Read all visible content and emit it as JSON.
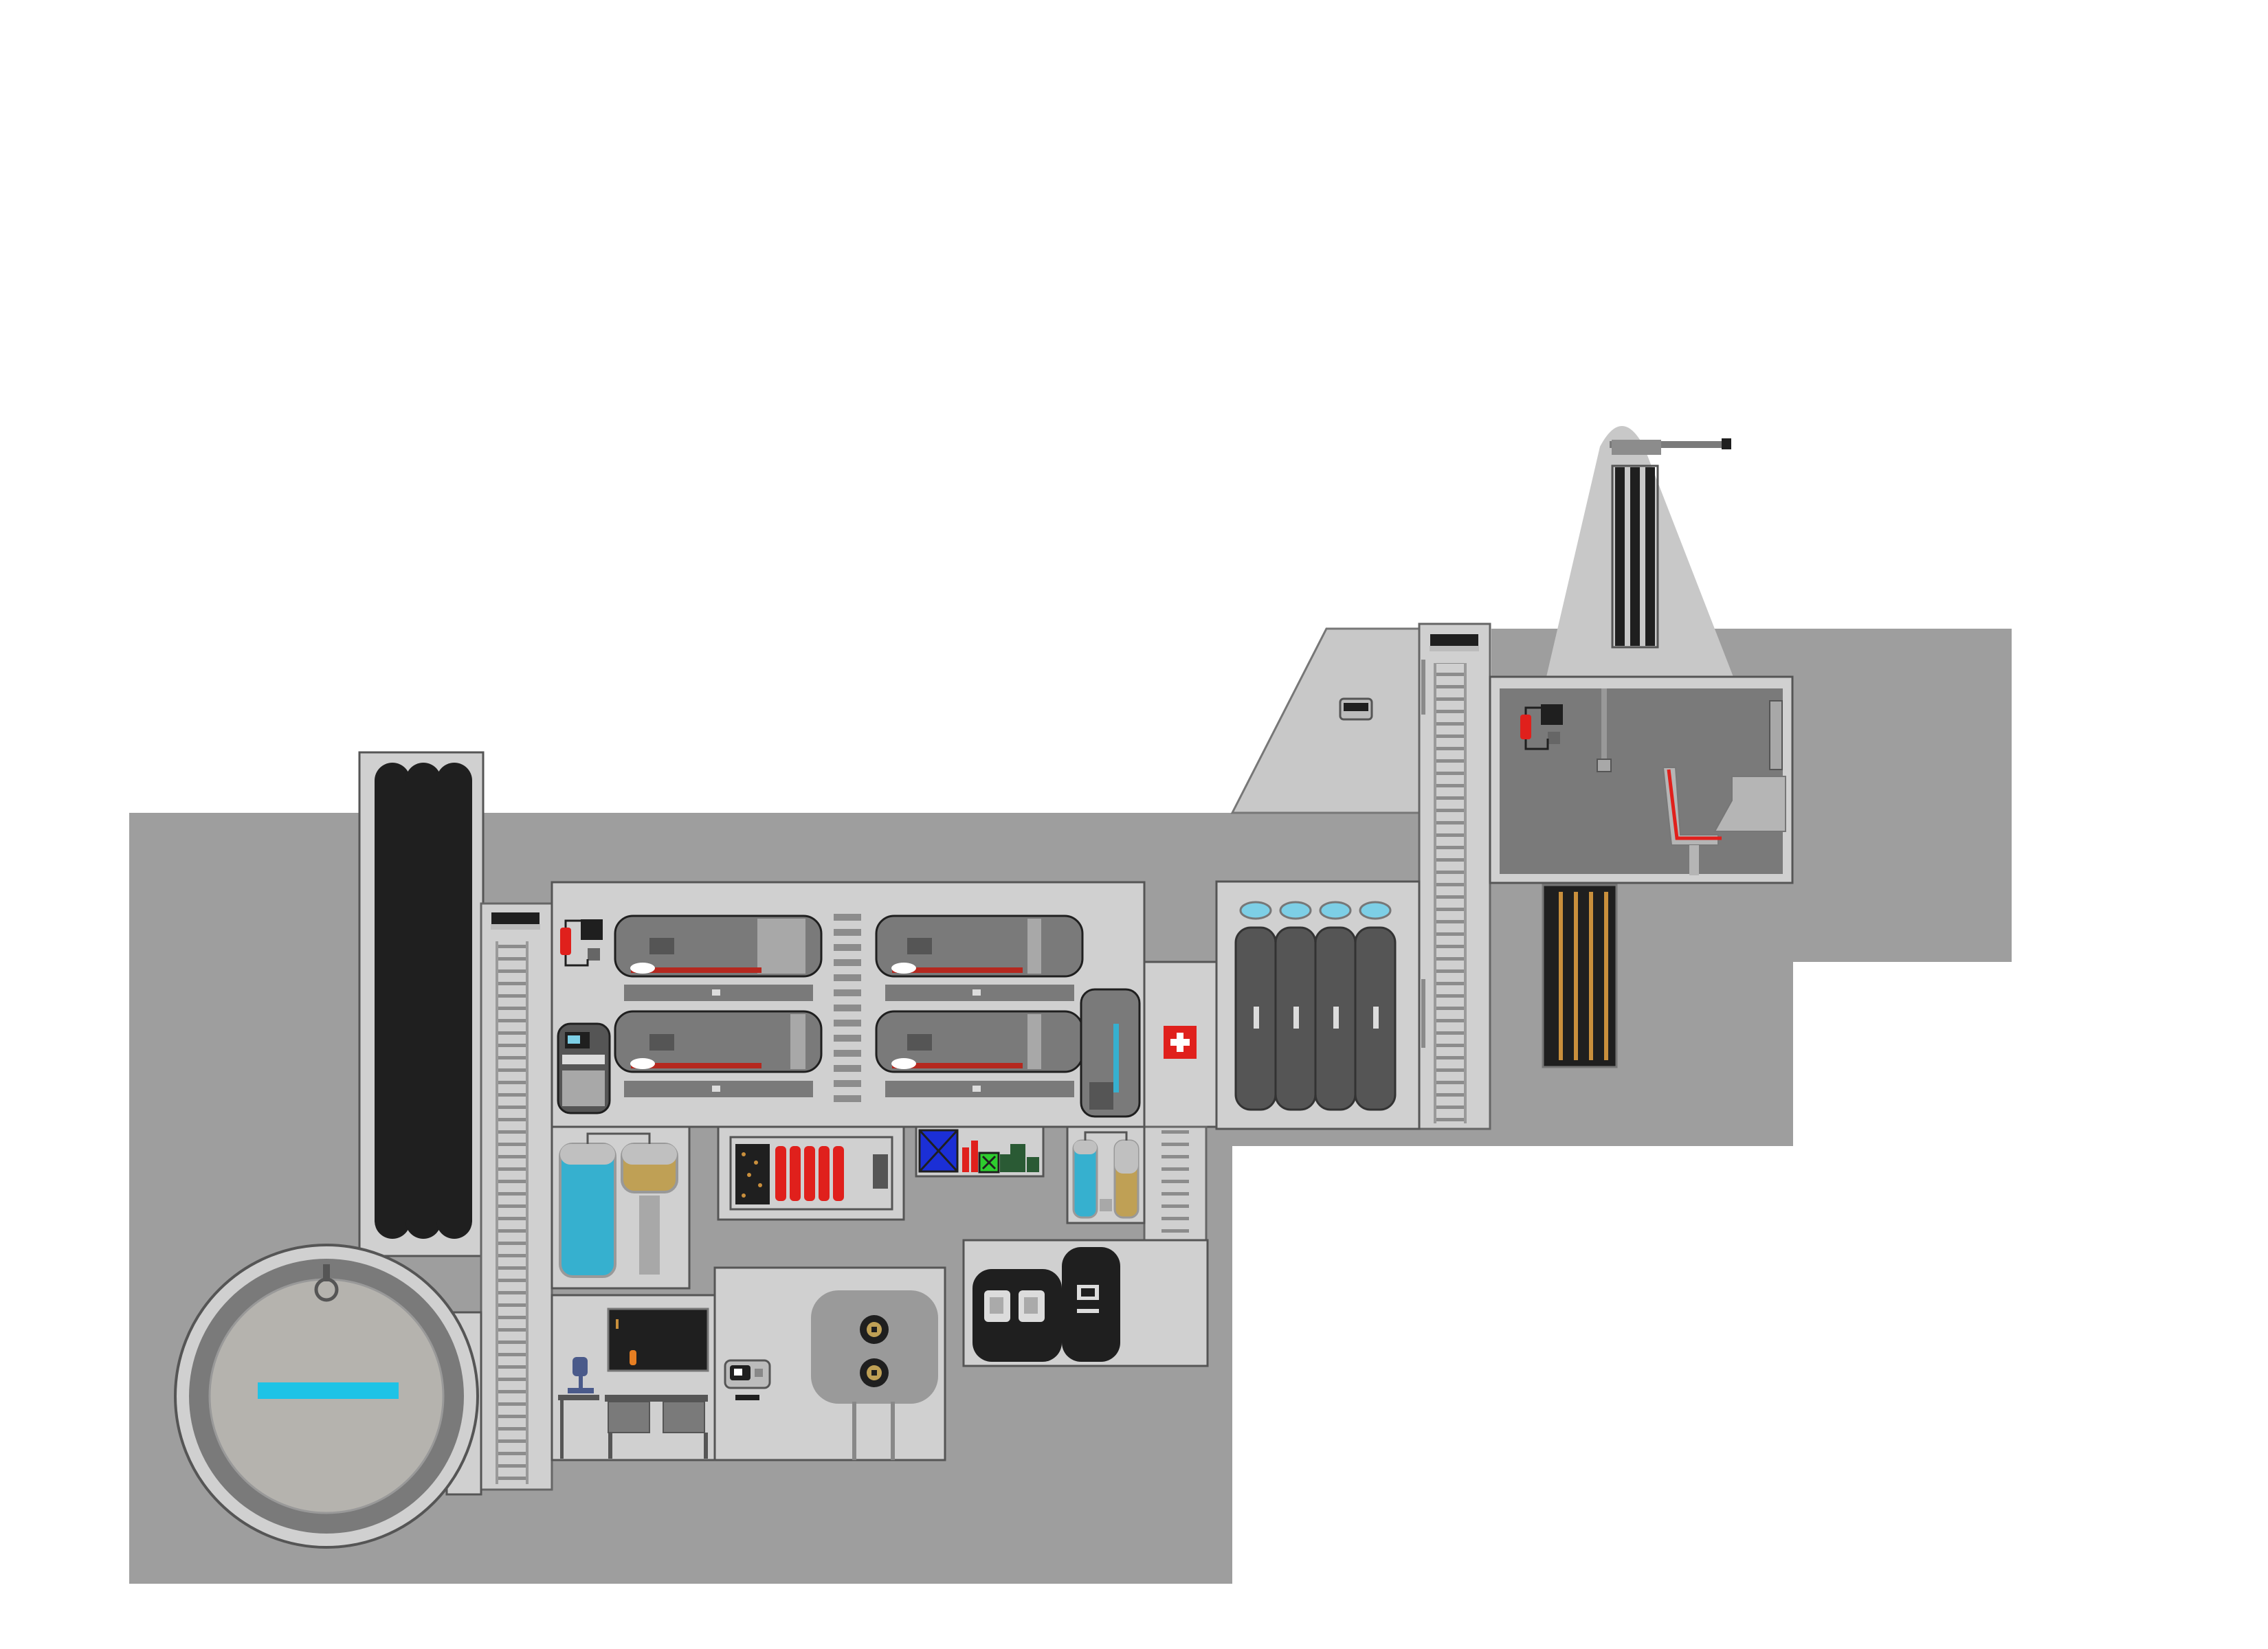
{
  "diagram": {
    "kind": "base-cross-section",
    "labels": [],
    "colors": {
      "background": "#ffffff",
      "ground": "#9e9e9e",
      "hull": "#d0d0d0",
      "hull_dark": "#7a7a7a",
      "accent_red": "#e0201c",
      "accent_cyan": "#1ec3e6",
      "water": "#36b0cf",
      "fuel": "#bfa055",
      "tank_dark": "#1f1f1f"
    },
    "modules": [
      {
        "id": "vault-door",
        "icon": "circular-vault-door-icon"
      },
      {
        "id": "elevator-shaft",
        "icon": "vertical-tube-stack-icon"
      },
      {
        "id": "left-access-ladder",
        "icon": "ladder-icon"
      },
      {
        "id": "crew-quarters",
        "icon": "bunk-bed-icon",
        "bunks": 4
      },
      {
        "id": "water-tank-room",
        "icon": "water-tank-icon"
      },
      {
        "id": "battery-room",
        "icon": "battery-icon",
        "cells": 5
      },
      {
        "id": "storage-room",
        "icon": "supply-crates-icon"
      },
      {
        "id": "small-tank-room",
        "icon": "water-tank-icon"
      },
      {
        "id": "workshop",
        "icon": "workbench-icon"
      },
      {
        "id": "generator-room",
        "icon": "generator-icon"
      },
      {
        "id": "server-room",
        "icon": "computer-server-icon"
      },
      {
        "id": "medical-bay",
        "icon": "first-aid-icon"
      },
      {
        "id": "cryo-pod-room",
        "icon": "cryo-pod-icon",
        "pods": 4
      },
      {
        "id": "right-access-ladder",
        "icon": "ladder-icon"
      },
      {
        "id": "command-room",
        "icon": "pilot-chair-icon"
      },
      {
        "id": "surface-bunker",
        "icon": "bunker-ramp-icon"
      },
      {
        "id": "antenna-tower",
        "icon": "antenna-tower-icon"
      },
      {
        "id": "heater-grid",
        "icon": "heat-coil-icon"
      }
    ]
  }
}
